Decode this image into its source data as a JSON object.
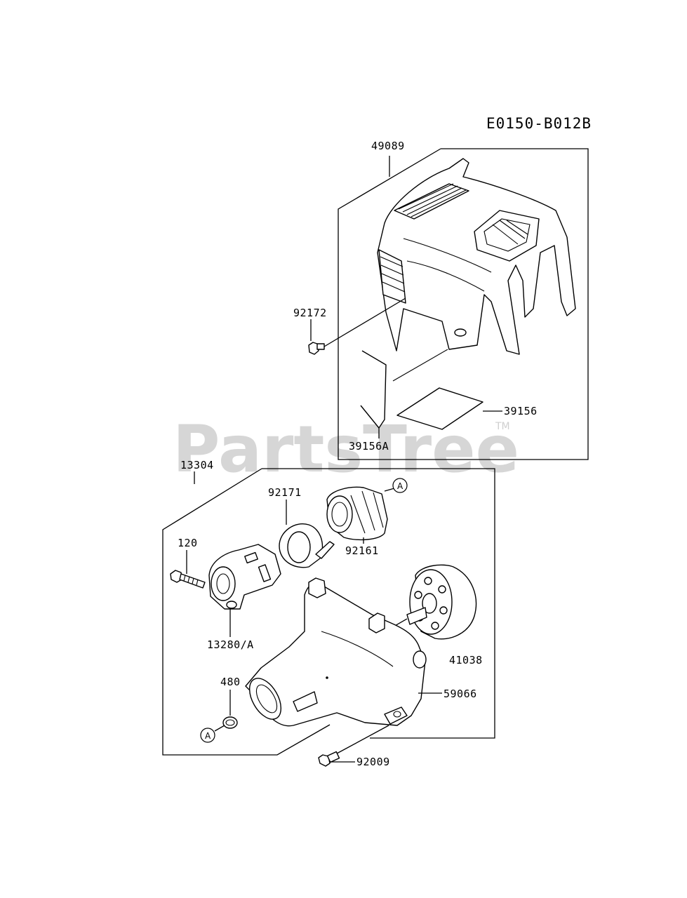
{
  "diagram_code": "E0150-B012B",
  "watermark": {
    "text": "PartsTree",
    "trademark": "TM"
  },
  "parts": {
    "p49089": "49089",
    "p92172": "92172",
    "p39156": "39156",
    "p39156A": "39156A",
    "p13304": "13304",
    "p92171": "92171",
    "p92161": "92161",
    "p120": "120",
    "p13280A": "13280/A",
    "p41038": "41038",
    "p480": "480",
    "p59066": "59066",
    "p92009": "92009"
  },
  "callouts": {
    "a1": "A",
    "a2": "A"
  }
}
